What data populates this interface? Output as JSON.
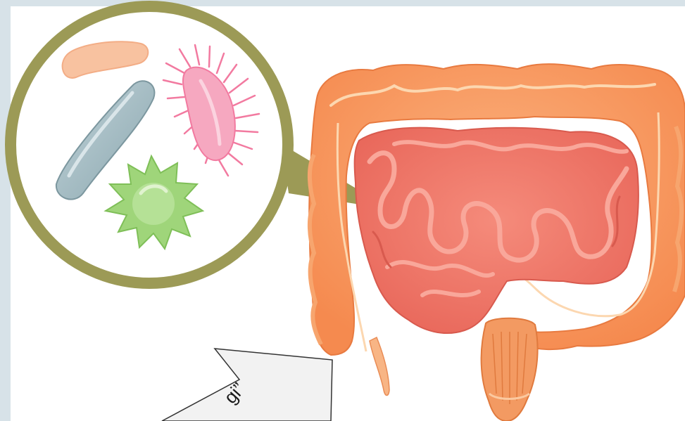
{
  "callout": {
    "text": "gi”"
  },
  "colors": {
    "background": "#d7e2e8",
    "panel": "#ffffff",
    "magnifier_ring": "#9c9a56",
    "colon": "#f6935a",
    "small_intestine": "#f07c6e",
    "rectum": "#f39a62",
    "bacterium_rod": "#9db5bd",
    "bacterium_peach": "#f8c2a0",
    "bacterium_pink": "#f6a8c0",
    "bacterium_green": "#9fd57a",
    "callout_box": "#f2f2f2"
  },
  "icons": [
    "magnifier-circle",
    "rod-bacterium",
    "peach-bacterium",
    "pink-spiky-bacterium",
    "green-spiky-bacterium",
    "large-intestine",
    "small-intestine",
    "rectum",
    "appendix",
    "callout-arrow"
  ]
}
